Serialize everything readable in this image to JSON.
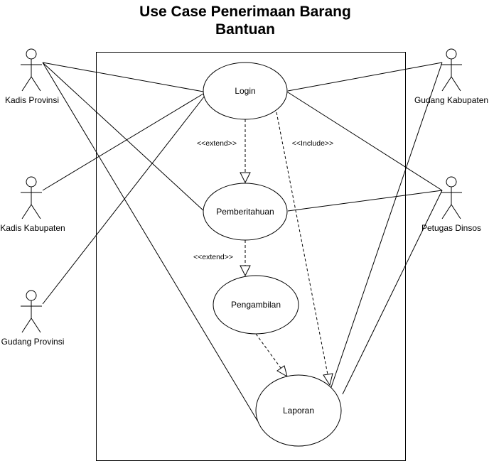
{
  "title_line1": "Use Case Penerimaan Barang",
  "title_line2": "Bantuan",
  "actors": {
    "kadis_provinsi": "Kadis Provinsi",
    "kadis_kabupaten": "Kadis Kabupaten",
    "gudang_provinsi": "Gudang Provinsi",
    "gudang_kabupaten": "Gudang Kabupaten",
    "petugas_dinsos": "Petugas Dinsos"
  },
  "use_cases": {
    "login": "Login",
    "pemberitahuan": "Pemberitahuan",
    "pengambilan": "Pengambilan",
    "laporan": "Laporan"
  },
  "relations": {
    "extend_1": "<<extend>>",
    "extend_2": "<<extend>>",
    "include": "<<Include>>"
  }
}
